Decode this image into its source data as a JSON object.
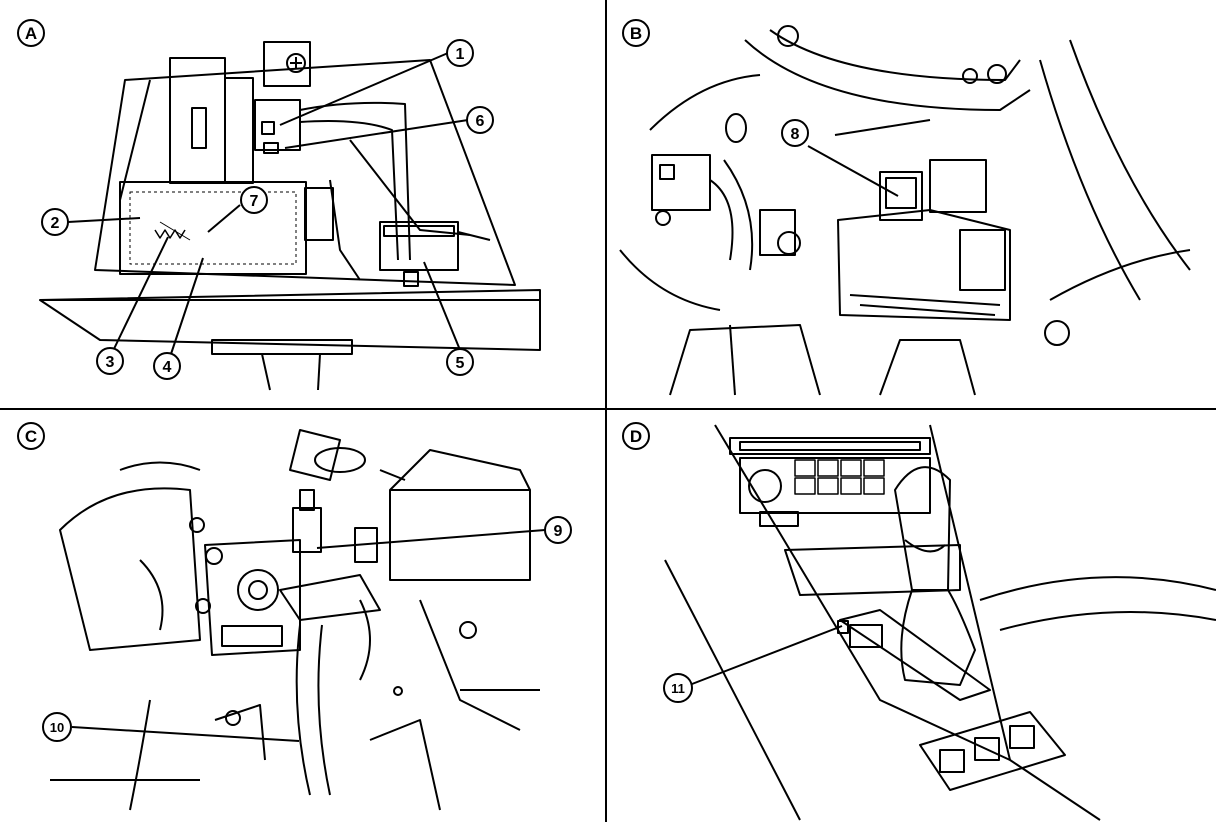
{
  "panels": [
    {
      "id": "A",
      "letter": "A"
    },
    {
      "id": "B",
      "letter": "B"
    },
    {
      "id": "C",
      "letter": "C"
    },
    {
      "id": "D",
      "letter": "D"
    }
  ],
  "callouts": [
    {
      "n": "1",
      "symbol": "①"
    },
    {
      "n": "2",
      "symbol": "②"
    },
    {
      "n": "3",
      "symbol": "③"
    },
    {
      "n": "4",
      "symbol": "④"
    },
    {
      "n": "5",
      "symbol": "⑤"
    },
    {
      "n": "6",
      "symbol": "⑥"
    },
    {
      "n": "7",
      "symbol": "⑦"
    },
    {
      "n": "8",
      "symbol": "⑧"
    },
    {
      "n": "9",
      "symbol": "⑨"
    },
    {
      "n": "10",
      "symbol": "⑩"
    },
    {
      "n": "11",
      "symbol": "⑪"
    }
  ],
  "colors": {
    "ink": "#000000",
    "paper": "#ffffff"
  }
}
